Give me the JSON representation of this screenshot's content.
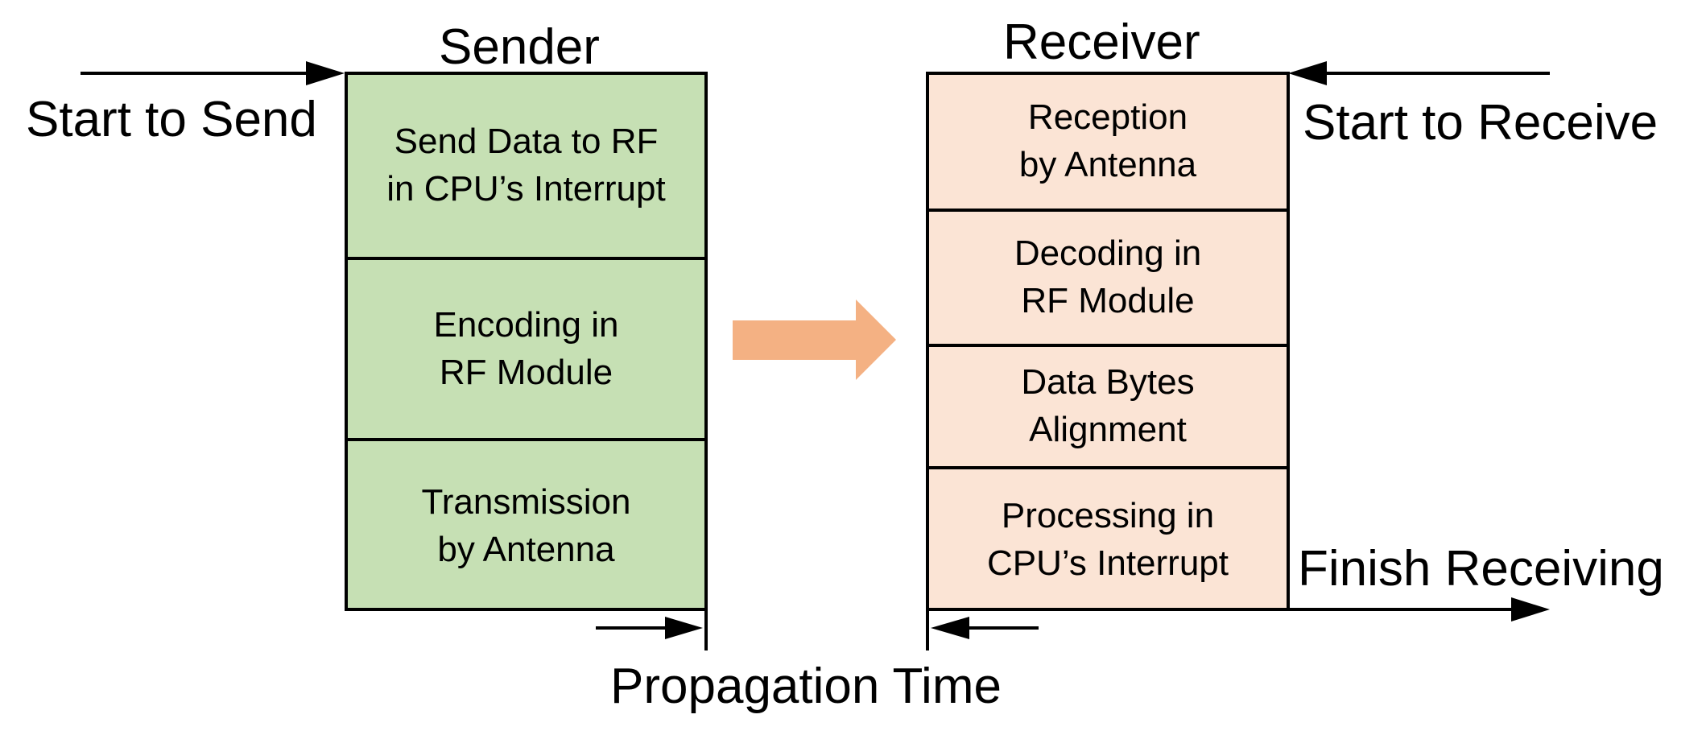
{
  "colors": {
    "sender_fill": "#c6e0b4",
    "receiver_fill": "#fbe4d5",
    "flow_arrow": "#f4b183",
    "line": "#000000"
  },
  "sender": {
    "title": "Sender",
    "start_label": "Start to Send",
    "blocks": [
      {
        "text": "Send Data to RF\nin CPU’s Interrupt"
      },
      {
        "text": "Encoding in\nRF Module"
      },
      {
        "text": "Transmission\nby Antenna"
      }
    ]
  },
  "receiver": {
    "title": "Receiver",
    "start_label": "Start to Receive",
    "finish_label": "Finish Receiving",
    "blocks": [
      {
        "text": "Reception\nby Antenna"
      },
      {
        "text": "Decoding in\nRF Module"
      },
      {
        "text": "Data Bytes\nAlignment"
      },
      {
        "text": "Processing in\nCPU’s Interrupt"
      }
    ]
  },
  "propagation_label": "Propagation Time"
}
